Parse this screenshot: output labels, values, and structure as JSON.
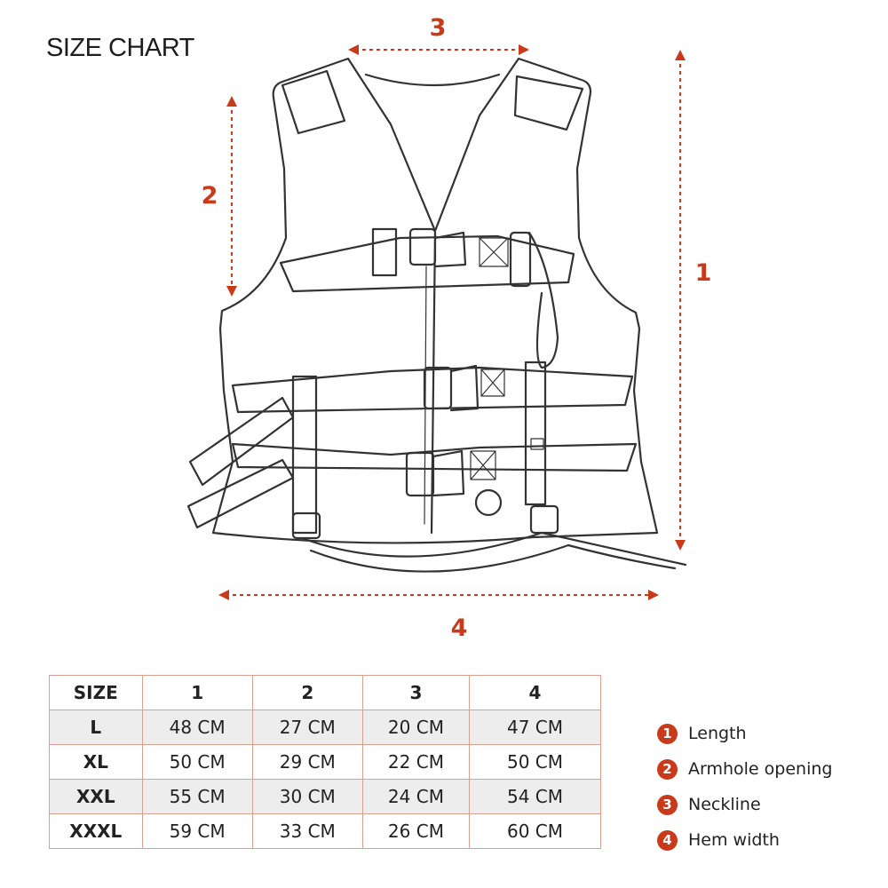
{
  "title": "SIZE CHART",
  "dimensions": [
    {
      "id": "1",
      "label": "1"
    },
    {
      "id": "2",
      "label": "2"
    },
    {
      "id": "3",
      "label": "3"
    },
    {
      "id": "4",
      "label": "4"
    }
  ],
  "table": {
    "headers": [
      "SIZE",
      "1",
      "2",
      "3",
      "4"
    ],
    "rows": [
      [
        "L",
        "48 CM",
        "27 CM",
        "20 CM",
        "47 CM"
      ],
      [
        "XL",
        "50 CM",
        "29 CM",
        "22 CM",
        "50 CM"
      ],
      [
        "XXL",
        "55 CM",
        "30 CM",
        "24 CM",
        "54 CM"
      ],
      [
        "XXXL",
        "59 CM",
        "33 CM",
        "26 CM",
        "60 CM"
      ]
    ]
  },
  "legend": [
    {
      "num": "1",
      "text": "Length"
    },
    {
      "num": "2",
      "text": "Armhole opening"
    },
    {
      "num": "3",
      "text": "Neckline"
    },
    {
      "num": "4",
      "text": "Hem width"
    }
  ],
  "colors": {
    "accent": "#c83a1a",
    "line": "#333333",
    "table_border": "#d9a090",
    "row_shade": "#ededed"
  },
  "icons": {
    "vest": "life-vest-illustration"
  }
}
